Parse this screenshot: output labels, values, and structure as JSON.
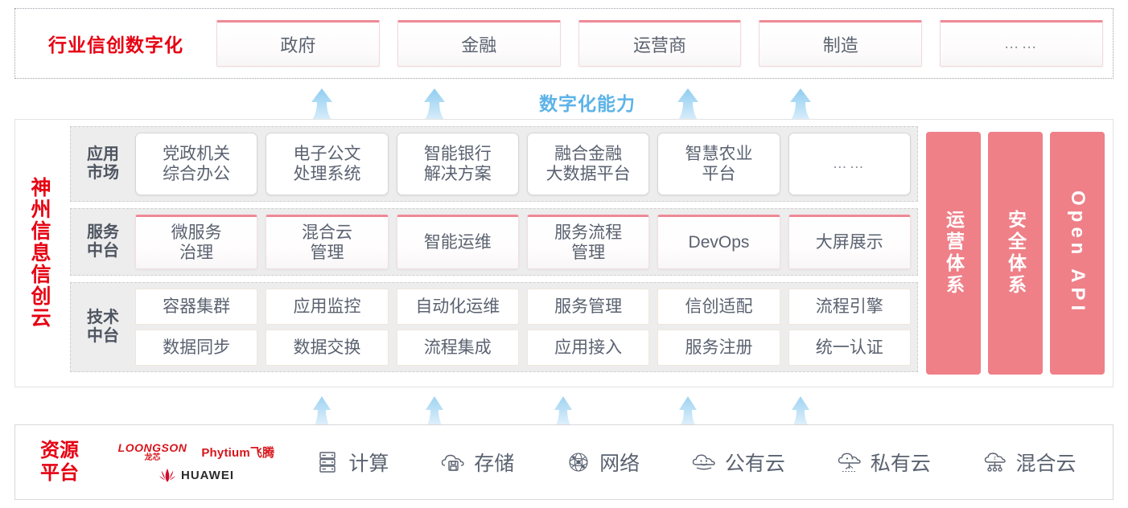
{
  "industry": {
    "title": "行业信创数字化",
    "boxes": [
      {
        "label": "政府"
      },
      {
        "label": "金融"
      },
      {
        "label": "运营商"
      },
      {
        "label": "制造"
      },
      {
        "label": "……"
      }
    ]
  },
  "capability": {
    "label": "数字化能力"
  },
  "cloud": {
    "title_chars": [
      "神",
      "州",
      "信",
      "息",
      "信",
      "创",
      "云"
    ],
    "rows": [
      {
        "label_lines": [
          "应用",
          "市场"
        ],
        "name": "application-market",
        "items": [
          {
            "label": "党政机关\n综合办公"
          },
          {
            "label": "电子公文\n处理系统"
          },
          {
            "label": "智能银行\n解决方案"
          },
          {
            "label": "融合金融\n大数据平台"
          },
          {
            "label": "智慧农业\n平台"
          },
          {
            "label": "……"
          }
        ]
      },
      {
        "label_lines": [
          "服务",
          "中台"
        ],
        "name": "service-platform",
        "items": [
          {
            "label": "微服务\n治理"
          },
          {
            "label": "混合云\n管理"
          },
          {
            "label": "智能运维"
          },
          {
            "label": "服务流程\n管理"
          },
          {
            "label": "DevOps"
          },
          {
            "label": "大屏展示"
          }
        ]
      },
      {
        "label_lines": [
          "技术",
          "中台"
        ],
        "name": "technology-platform",
        "row1": [
          {
            "label": "容器集群"
          },
          {
            "label": "应用监控"
          },
          {
            "label": "自动化运维"
          },
          {
            "label": "服务管理"
          },
          {
            "label": "信创适配"
          },
          {
            "label": "流程引擎"
          }
        ],
        "row2": [
          {
            "label": "数据同步"
          },
          {
            "label": "数据交换"
          },
          {
            "label": "流程集成"
          },
          {
            "label": "应用接入"
          },
          {
            "label": "服务注册"
          },
          {
            "label": "统一认证"
          }
        ]
      }
    ],
    "side_panels": [
      {
        "label": "运营体系",
        "name": "operations-system",
        "latin": false
      },
      {
        "label": "安全体系",
        "name": "security-system",
        "latin": false
      },
      {
        "label": "Open API",
        "name": "open-api",
        "latin": true
      }
    ]
  },
  "resource": {
    "title_lines": [
      "资源",
      "平台"
    ],
    "vendors": [
      {
        "name": "loongson",
        "line1": "LOONGSON",
        "line2": "龙芯"
      },
      {
        "name": "phytium",
        "text": "Phytium飞腾"
      },
      {
        "name": "huawei",
        "text": "HUAWEI"
      }
    ],
    "items": [
      {
        "label": "计算",
        "icon": "server-icon"
      },
      {
        "label": "存储",
        "icon": "cloud-storage-icon"
      },
      {
        "label": "网络",
        "icon": "network-icon"
      },
      {
        "label": "公有云",
        "icon": "public-cloud-icon"
      },
      {
        "label": "私有云",
        "icon": "private-cloud-icon"
      },
      {
        "label": "混合云",
        "icon": "hybrid-cloud-icon"
      }
    ]
  },
  "colors": {
    "brand_red": "#e60012",
    "panel_pink": "#ef8088",
    "accent_blue": "#5cb3e8",
    "text_gray": "#5a6270"
  },
  "arrows": {
    "middle_positions": [
      400,
      540,
      855,
      995
    ],
    "bottom_positions": [
      400,
      540,
      700,
      855,
      995
    ]
  }
}
